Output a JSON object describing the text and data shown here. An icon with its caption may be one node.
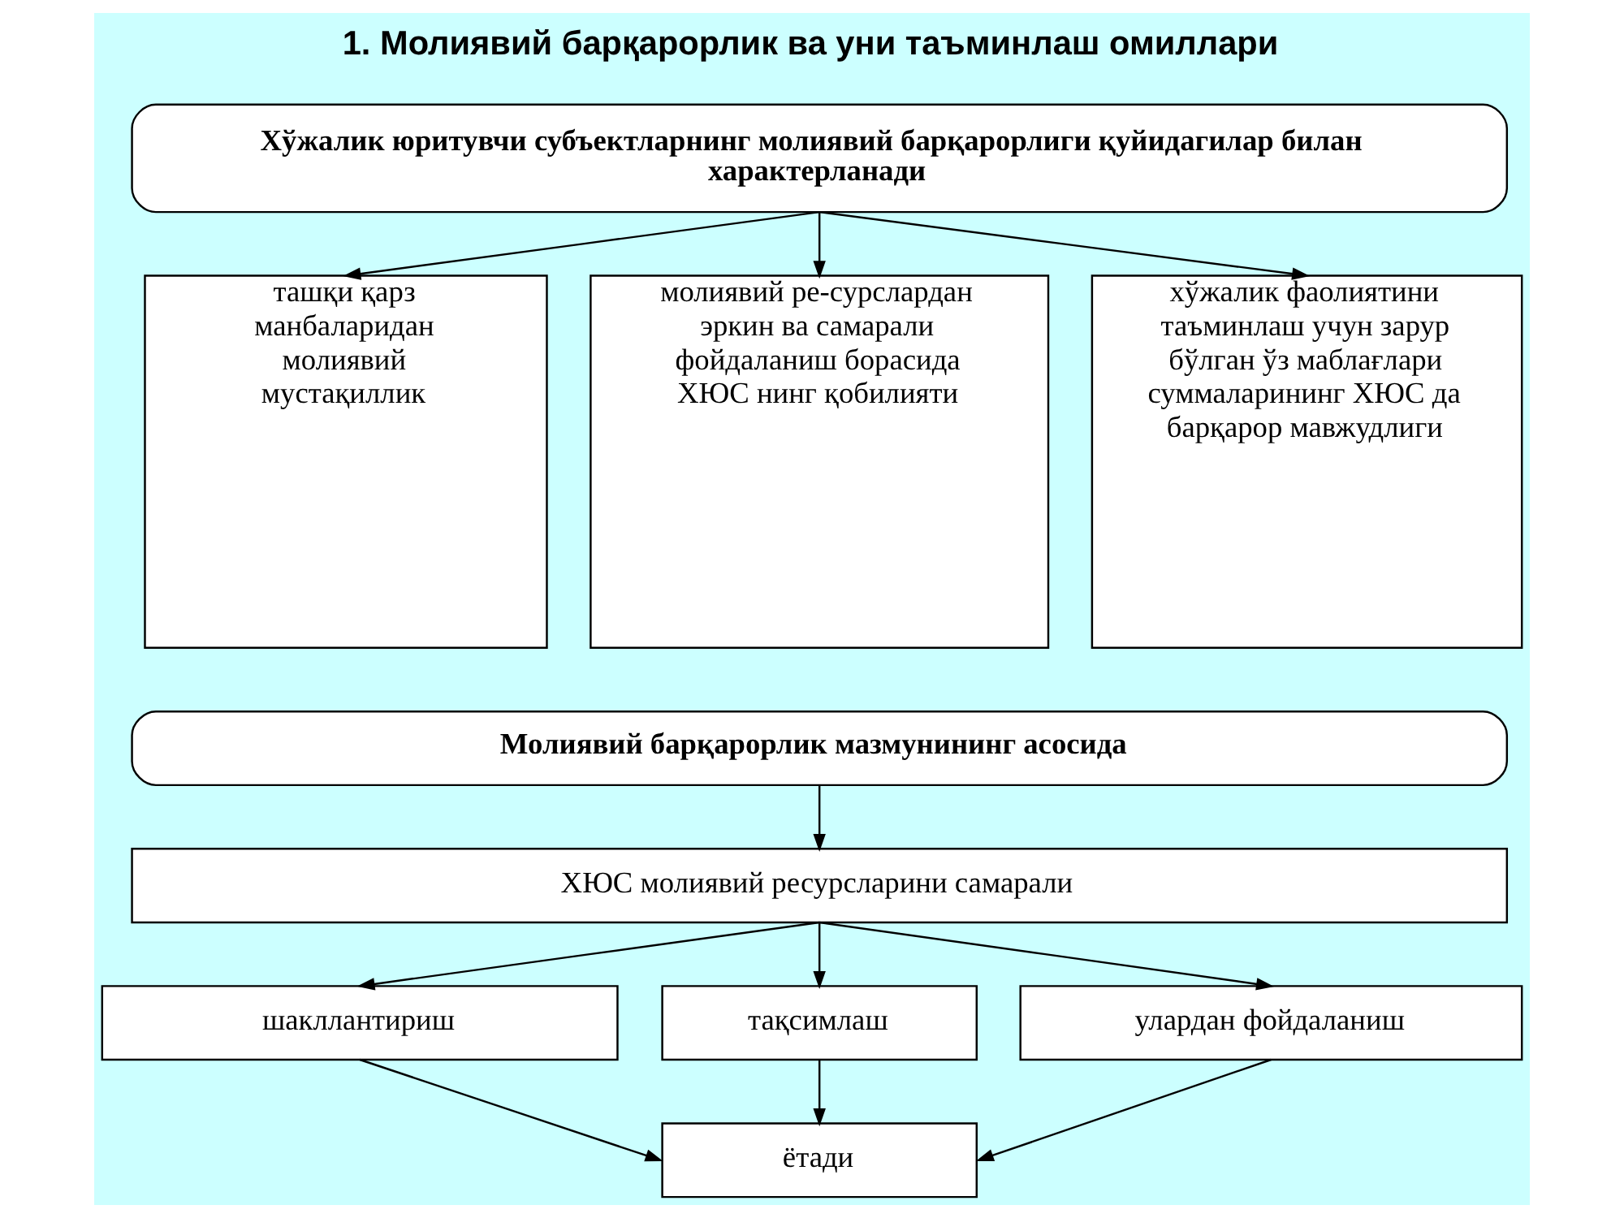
{
  "diagram": {
    "title": "1. Молиявий барқарорлик ва уни таъминлаш омиллари",
    "nodes": [
      {
        "text": [
          "Хўжалик юритувчи субъектларнинг молиявий барқарорлиги қуйидагилар билан характерланади"
        ]
      },
      {
        "text": [
          "ташқи қарз манбаларидан молиявий мустақиллик"
        ]
      },
      {
        "text": [
          "молиявий ре-сурслардан эркин ва самарали фойдаланиш борасида ХЮС нинг қобилияти"
        ]
      },
      {
        "text": [
          "хўжалик фаолиятини таъминлаш учун зарур бўлган ўз маблағлари суммаларининг ХЮС да барқарор мавжудлиги"
        ]
      },
      {
        "text": [
          "Молиявий барқарорлик мазмунининг асосида"
        ]
      },
      {
        "text": [
          "ХЮС молиявий ресурсларини самарали"
        ]
      },
      {
        "text": [
          "шакллантириш"
        ]
      },
      {
        "text": [
          "тақсимлаш"
        ]
      },
      {
        "text": [
          "улардан фойдаланиш"
        ]
      },
      {
        "text": [
          "ётади"
        ]
      }
    ],
    "edges": [
      {
        "from": 0,
        "to": 1,
        "arrow": "to"
      },
      {
        "from": 0,
        "to": 2,
        "arrow": "to"
      },
      {
        "from": 0,
        "to": 3,
        "arrow": "to"
      },
      {
        "from": 4,
        "to": 5,
        "arrow": "to"
      },
      {
        "from": 5,
        "to": 6,
        "arrow": "to"
      },
      {
        "from": 5,
        "to": 7,
        "arrow": "to"
      },
      {
        "from": 5,
        "to": 8,
        "arrow": "to"
      },
      {
        "from": 6,
        "to": 9,
        "arrow": "to"
      },
      {
        "from": 7,
        "to": 9,
        "arrow": "to"
      },
      {
        "from": 8,
        "to": 9,
        "arrow": "to"
      }
    ]
  }
}
